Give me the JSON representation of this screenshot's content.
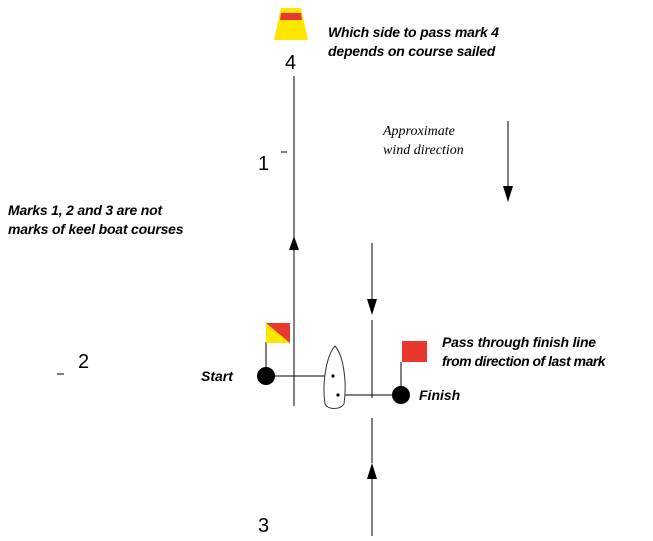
{
  "notes": {
    "mark4": [
      "Which side to pass mark 4",
      "depends on course sailed"
    ],
    "wind": [
      "Approximate",
      "wind direction"
    ],
    "keel": [
      "Marks 1, 2 and 3 are not",
      "marks of keel boat courses"
    ],
    "finish_line": [
      "Pass through finish line",
      "from direction of last mark"
    ]
  },
  "marks": {
    "mark1": "1",
    "mark2": "2",
    "mark3": "3",
    "mark4": "4"
  },
  "labels": {
    "start": "Start",
    "finish": "Finish"
  },
  "colors": {
    "buoy_yellow": "#ffe600",
    "buoy_band": "#e8382b",
    "flag_red": "#e8382b",
    "flag_yellow": "#ffe600",
    "line": "#000000"
  }
}
